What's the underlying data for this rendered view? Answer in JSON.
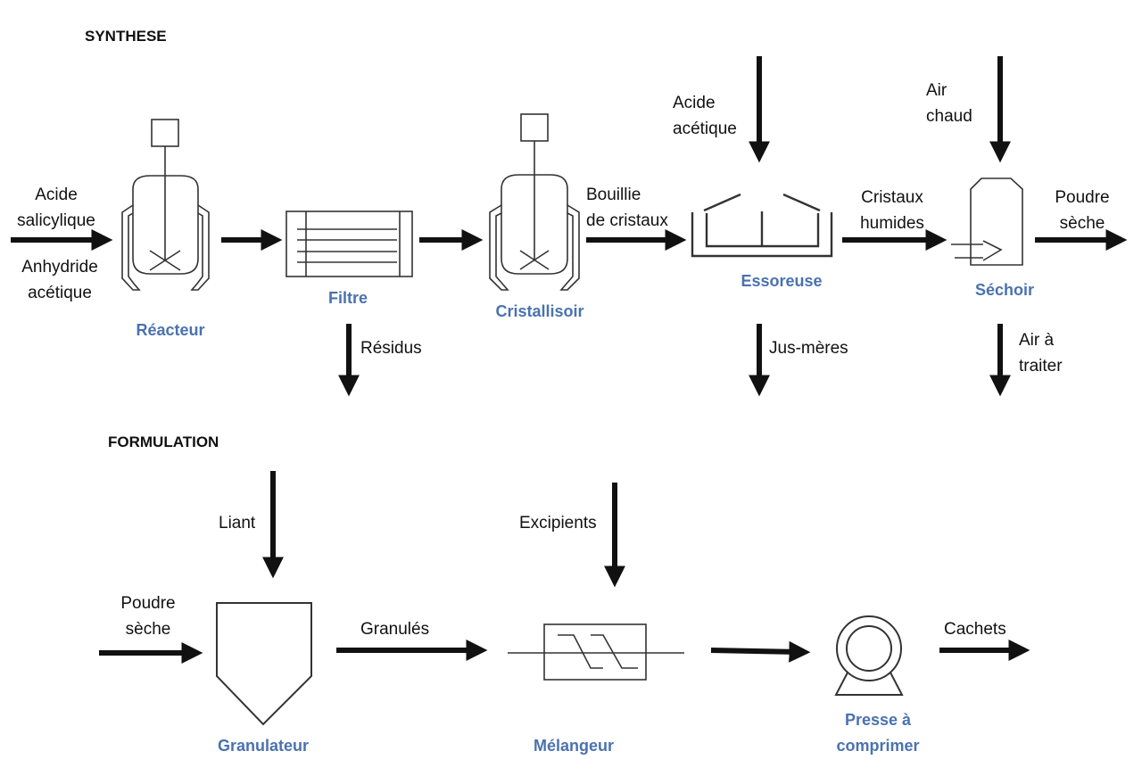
{
  "sections": {
    "synthese": "SYNTHESE",
    "formulation": "FORMULATION"
  },
  "equipment": {
    "reacteur": "Réacteur",
    "filtre": "Filtre",
    "cristallisoir": "Cristallisoir",
    "essoreuse": "Essoreuse",
    "sechoir": "Séchoir",
    "granulateur": "Granulateur",
    "melangeur": "Mélangeur",
    "presse_line1": "Presse à",
    "presse_line2": "comprimer"
  },
  "streams": {
    "acide_salicylique_1": "Acide",
    "acide_salicylique_2": "salicylique",
    "anhydride_1": "Anhydride",
    "anhydride_2": "acétique",
    "bouillie_1": "Bouillie",
    "bouillie_2": "de cristaux",
    "acide_acetique_1": "Acide",
    "acide_acetique_2": "acétique",
    "cristaux_1": "Cristaux",
    "cristaux_2": "humides",
    "air_chaud_1": "Air",
    "air_chaud_2": "chaud",
    "poudre_1": "Poudre",
    "poudre_2": "sèche",
    "residus": "Résidus",
    "jus_meres": "Jus-mères",
    "air_traiter_1": "Air à",
    "air_traiter_2": "traiter",
    "liant": "Liant",
    "excipients": "Excipients",
    "poudre_in_1": "Poudre",
    "poudre_in_2": "sèche",
    "granules": "Granulés",
    "cachets": "Cachets"
  },
  "colors": {
    "equipment_label": "#4a72b0",
    "line": "#111111",
    "equipment_stroke": "#333333"
  }
}
